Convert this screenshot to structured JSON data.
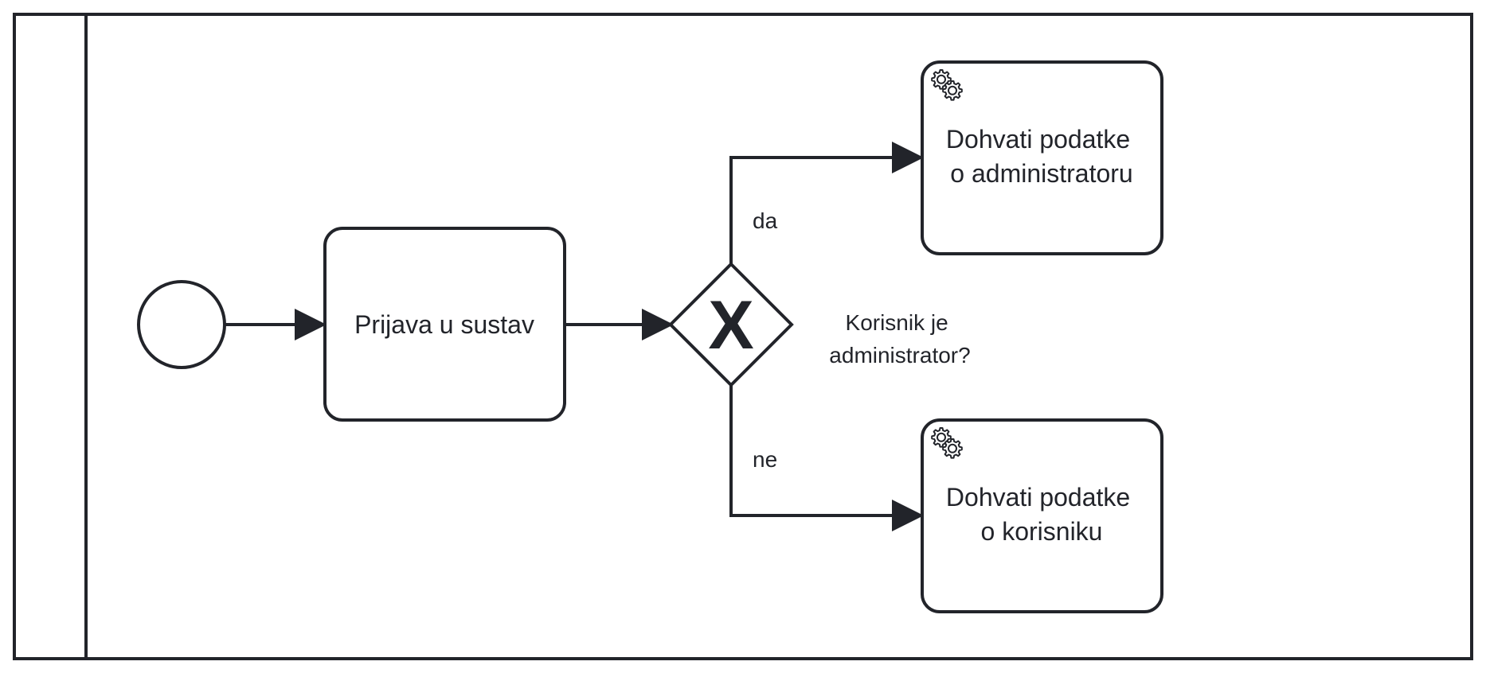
{
  "colors": {
    "stroke": "#22242a",
    "background": "#ffffff"
  },
  "pool": {
    "label": ""
  },
  "start_event": {
    "label": ""
  },
  "tasks": {
    "login": {
      "lines": [
        "Prijava u sustav"
      ]
    },
    "admin": {
      "lines": [
        "Dohvati podatke",
        "o administratoru"
      ],
      "icon": "service-gear-icon"
    },
    "user": {
      "lines": [
        "Dohvati podatke",
        "o korisniku"
      ],
      "icon": "service-gear-icon"
    }
  },
  "gateway": {
    "type": "exclusive",
    "marker": "X",
    "lines": [
      "Korisnik je",
      "administrator?"
    ]
  },
  "flows": {
    "yes": "da",
    "no": "ne"
  }
}
